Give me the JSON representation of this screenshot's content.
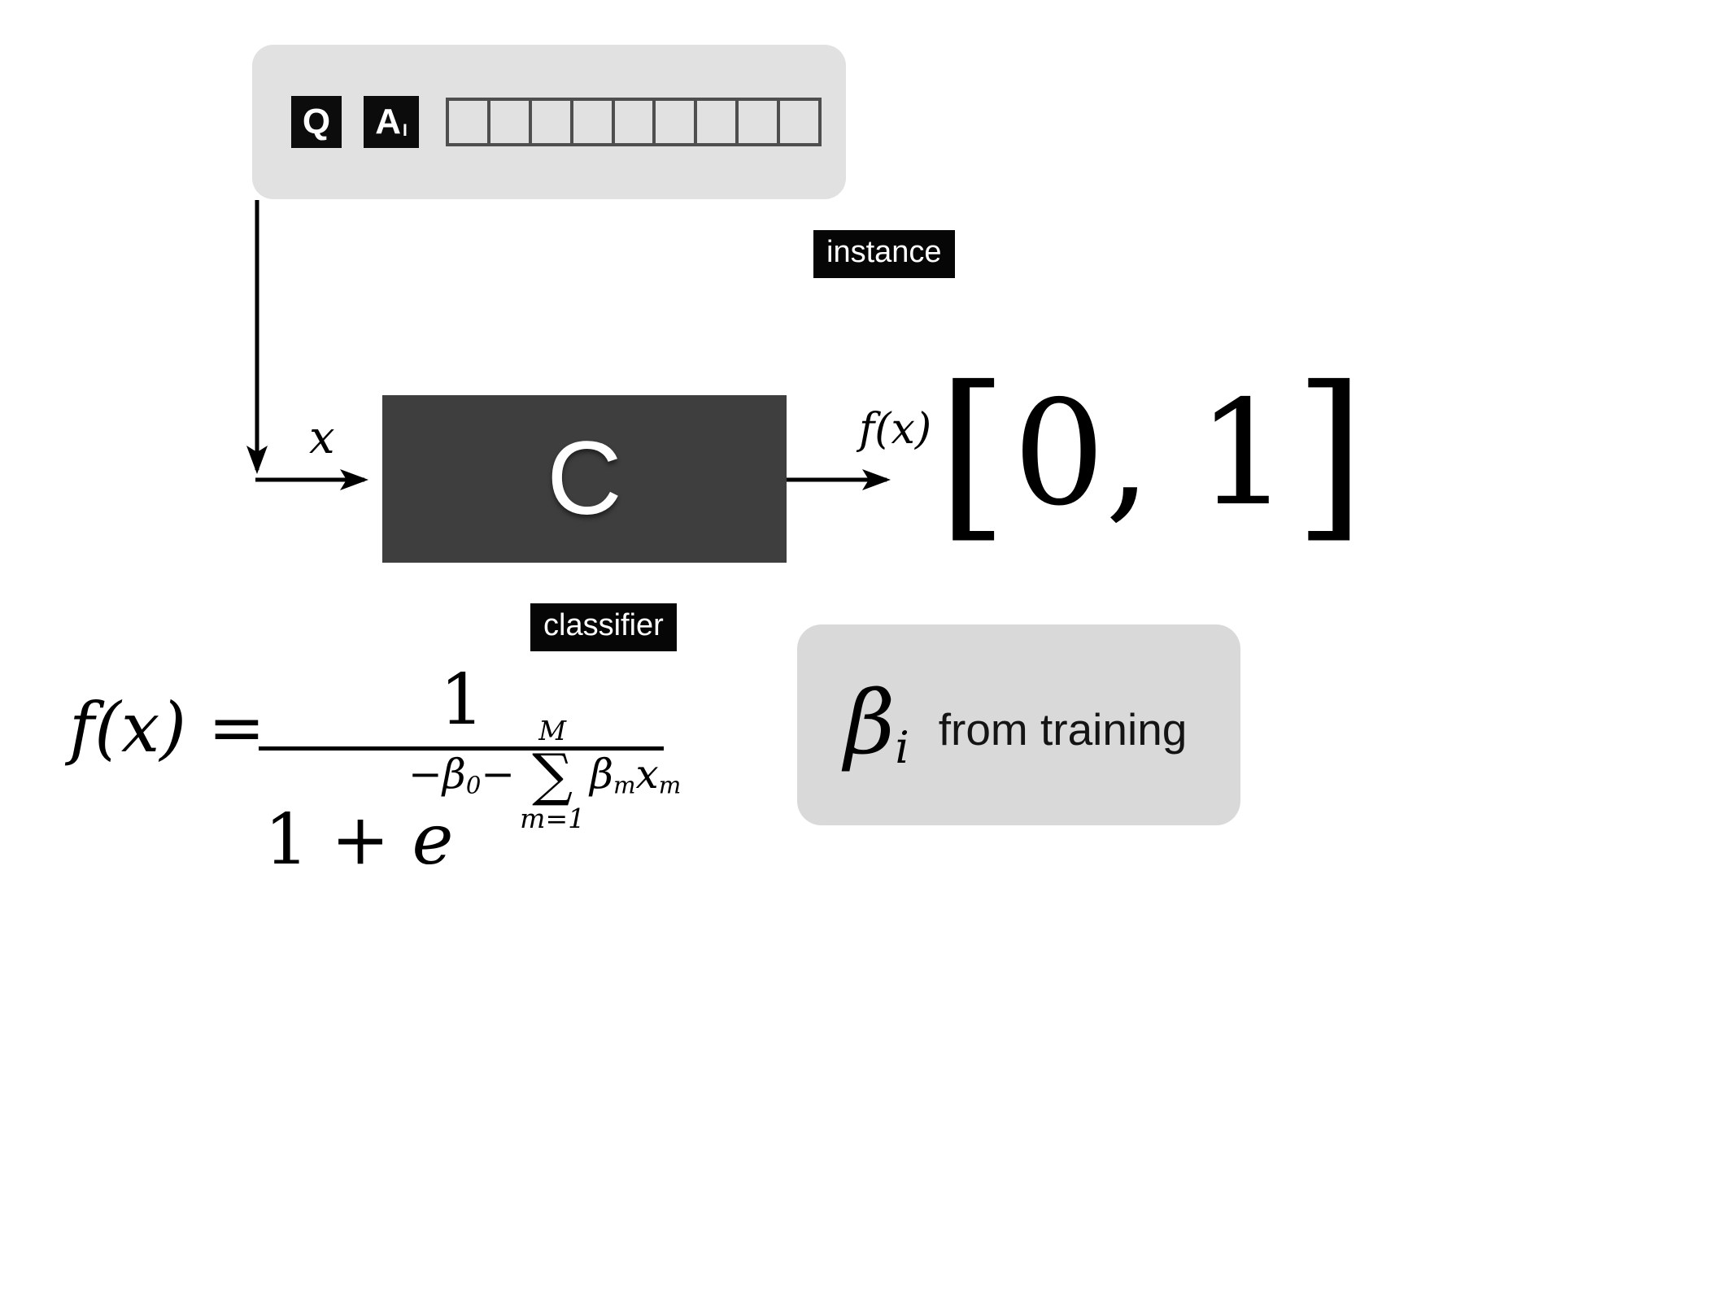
{
  "instance_panel": {
    "q_label": "Q",
    "a_label": "A",
    "a_subscript": "I",
    "feature_cells": 9
  },
  "tags": {
    "instance": "instance",
    "classifier": "classifier"
  },
  "classifier": {
    "letter": "C"
  },
  "arrow_labels": {
    "input": "x",
    "output": "f(x)"
  },
  "output_range": {
    "open_bracket": "[",
    "values": "0, 1",
    "close_bracket": "]"
  },
  "formula": {
    "lhs": "f(x) =",
    "numerator": "1",
    "den_coeff": "1 + ",
    "den_e": "e",
    "exp_minus_beta": "−β",
    "exp_beta0_sub": "0",
    "exp_minus": "−",
    "sum_upper": "M",
    "sum_symbol": "∑",
    "sum_lower": "m=1",
    "term_beta": "β",
    "term_beta_sub": "m",
    "term_x": "x",
    "term_x_sub": "m"
  },
  "training_note": {
    "beta": "β",
    "beta_sub": "i",
    "text": "from training"
  },
  "colors": {
    "panel_gray": "#e1e1e1",
    "note_gray": "#d9d9d9",
    "classifier_dark": "#3e3e3e",
    "label_bg": "#060606",
    "arrow": "#000000"
  }
}
